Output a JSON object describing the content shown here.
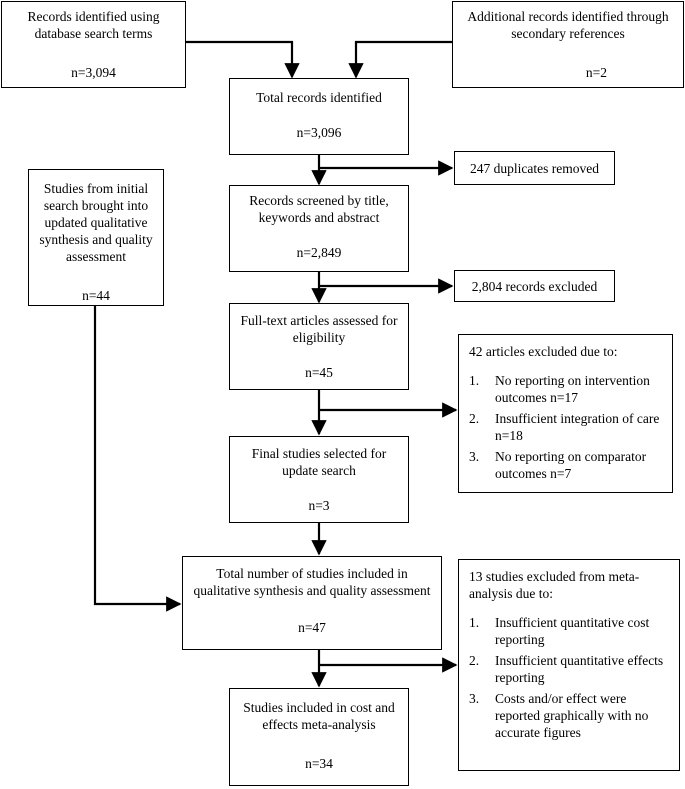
{
  "boxes": {
    "db_search": {
      "text": "Records identified using database search terms",
      "count": "n=3,094"
    },
    "secondary": {
      "text": "Additional records identified through secondary references",
      "count": "n=2"
    },
    "total": {
      "text": "Total records identified",
      "count": "n=3,096"
    },
    "duplicates": {
      "text": "247 duplicates removed"
    },
    "screened": {
      "text": "Records screened by title, keywords and abstract",
      "count": "n=2,849"
    },
    "excluded_records": {
      "text": "2,804 records excluded"
    },
    "initial_search": {
      "text": "Studies from initial search brought into updated qualitative synthesis and quality assessment",
      "count": "n=44"
    },
    "fulltext": {
      "text": "Full-text articles assessed for eligibility",
      "count": "n=45"
    },
    "articles_excluded": {
      "title": "42 articles excluded due to:",
      "items": [
        {
          "num": "1.",
          "text": "No reporting on intervention outcomes n=17"
        },
        {
          "num": "2.",
          "text": "Insufficient integration of care n=18"
        },
        {
          "num": "3.",
          "text": "No reporting on comparator outcomes n=7"
        }
      ]
    },
    "final_selected": {
      "text": "Final studies selected for update search",
      "count": "n=3"
    },
    "total_included": {
      "text": "Total number of studies included in qualitative synthesis and quality assessment",
      "count": "n=47"
    },
    "meta_excluded": {
      "title": "13 studies excluded from meta-analysis due to:",
      "items": [
        {
          "num": "1.",
          "text": "Insufficient quantitative cost reporting"
        },
        {
          "num": "2.",
          "text": "Insufficient quantitative effects reporting"
        },
        {
          "num": "3.",
          "text": "Costs and/or effect were reported graphically with no accurate figures"
        }
      ]
    },
    "meta_included": {
      "text": "Studies included in cost and effects meta-analysis",
      "count": "n=34"
    }
  }
}
